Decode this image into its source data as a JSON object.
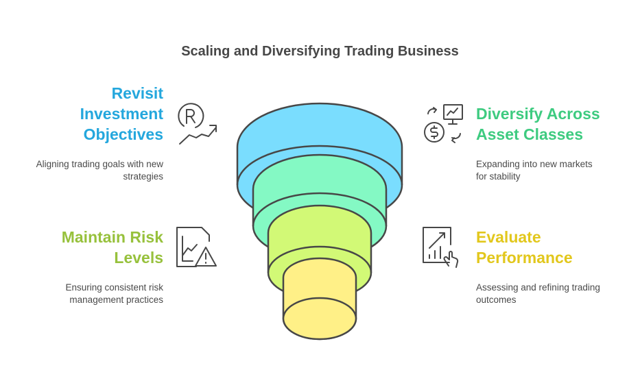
{
  "title": "Scaling and Diversifying Trading Business",
  "items": [
    {
      "heading": "Revisit Investment Objectives",
      "lines": [
        "Revisit",
        "Investment",
        "Objectives"
      ],
      "desc_lines": [
        "Aligning trading goals with new",
        "strategies"
      ],
      "color": "#24a7dd",
      "icon": "revenue-growth-icon"
    },
    {
      "heading": "Diversify Across Asset Classes",
      "lines": [
        "Diversify Across",
        "Asset Classes"
      ],
      "desc_lines": [
        "Expanding into new markets",
        "for stability"
      ],
      "color": "#3ecb80",
      "icon": "asset-exchange-icon"
    },
    {
      "heading": "Maintain Risk Levels",
      "lines": [
        "Maintain Risk",
        "Levels"
      ],
      "desc_lines": [
        "Ensuring consistent risk",
        "management practices"
      ],
      "color": "#97c13c",
      "icon": "risk-warning-chart-icon"
    },
    {
      "heading": "Evaluate Performance",
      "lines": [
        "Evaluate",
        "Performance"
      ],
      "desc_lines": [
        "Assessing and refining trading",
        "outcomes"
      ],
      "color": "#e2c71c",
      "icon": "performance-report-icon"
    }
  ],
  "tiers": [
    {
      "name": "Revisit Investment Objectives",
      "color": "#7addfe"
    },
    {
      "name": "Diversify Across Asset Classes",
      "color": "#84f9c4"
    },
    {
      "name": "Maintain Risk Levels",
      "color": "#d2f976"
    },
    {
      "name": "Evaluate Performance",
      "color": "#fff087"
    }
  ]
}
